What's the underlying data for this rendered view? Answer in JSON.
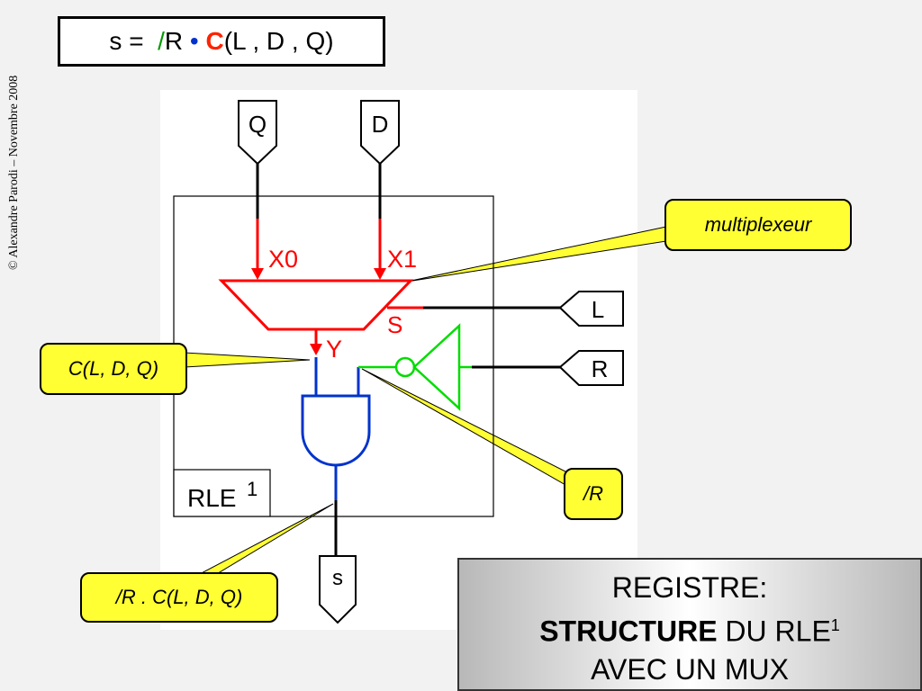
{
  "copyright": "© Alexandre Parodi – Novembre 2008",
  "formula": {
    "prefix": "s =  ",
    "slash": "/",
    "r": "R ",
    "dot": "•",
    "c": " C",
    "args": "(L , D , Q)"
  },
  "inputs": {
    "q": "Q",
    "d": "D",
    "l": "L",
    "r": "R"
  },
  "output": {
    "s": "s"
  },
  "mux": {
    "x0": "X0",
    "x1": "X1",
    "y": "Y",
    "sel": "S"
  },
  "rle_label": "RLE",
  "rle_sup": "1",
  "callouts": {
    "multiplexeur": "multiplexeur",
    "c_ldq": "C(L, D, Q)",
    "not_r": "/R",
    "and_out": "/R . C(L, D, Q)"
  },
  "title": {
    "line1": "REGISTRE:",
    "line2_bold": "STRUCTURE",
    "line2_rest": " DU RLE",
    "line2_sup": "1",
    "line3": "AVEC UN MUX"
  },
  "colors": {
    "mux": "#ff0000",
    "and_gate": "#0033cc",
    "inverter": "#00dd00",
    "callout": "#ffff33"
  }
}
